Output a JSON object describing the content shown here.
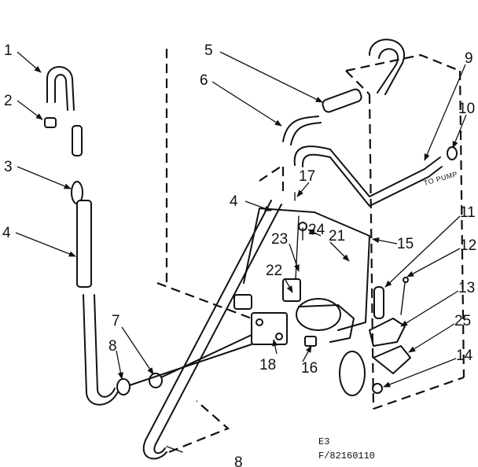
{
  "diagram": {
    "callouts": [
      "1",
      "2",
      "3",
      "4",
      "5",
      "6",
      "4",
      "7",
      "8",
      "9",
      "10",
      "17",
      "24",
      "21",
      "23",
      "22",
      "11",
      "15",
      "12",
      "13",
      "25",
      "14",
      "18",
      "16",
      "8"
    ],
    "pump_label": "TO PUMP",
    "ref_code": "E3",
    "figure_code": "F/82160110"
  }
}
